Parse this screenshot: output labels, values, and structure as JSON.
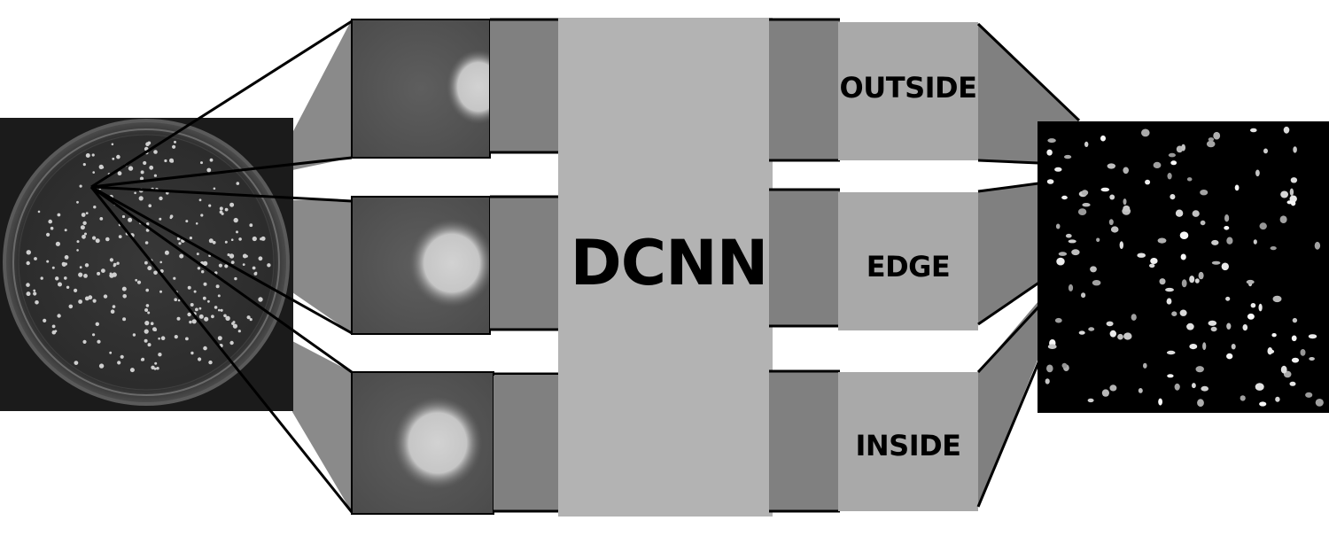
{
  "diagram": {
    "network_label": "DCNN",
    "output_classes": [
      "OUTSIDE",
      "EDGE",
      "INSIDE"
    ]
  },
  "colors": {
    "network_block": "#b3b3b3",
    "class_box": "#a9a9a9",
    "connector_dark": "#808080",
    "wedge": "#8a8a8a",
    "input_photo_bg": "#1c1c1c",
    "output_map_bg": "#000000",
    "patch_bg": "#555555",
    "colony": "#d8d8d8"
  }
}
